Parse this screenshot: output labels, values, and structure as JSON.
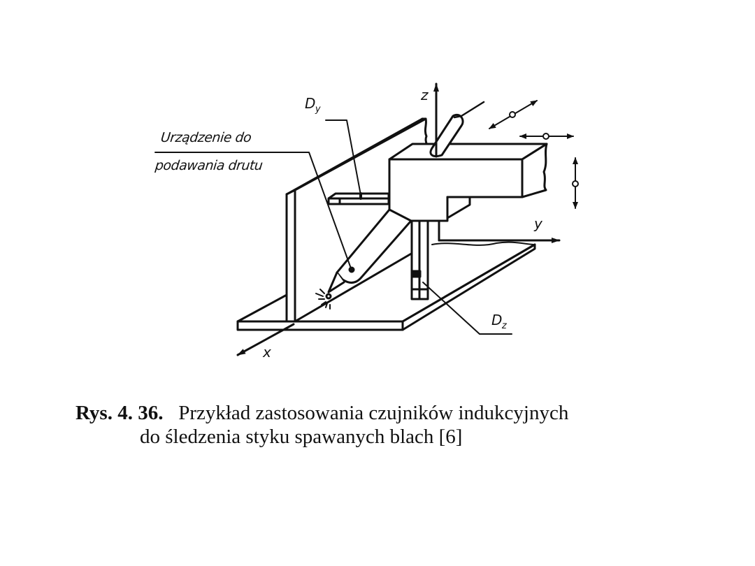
{
  "figure": {
    "labels": {
      "wire_feeder": [
        "Urządzenie do",
        "podawania drutu"
      ],
      "sensor_y": {
        "main": "D",
        "sub": "y"
      },
      "sensor_z": {
        "main": "D",
        "sub": "z"
      },
      "axis_x": "x",
      "axis_y": "y",
      "axis_z": "z"
    },
    "motion_indicators": [
      "diagonal-double-arrow",
      "horizontal-double-arrow",
      "vertical-double-arrow"
    ],
    "colors": {
      "stroke": "#111111",
      "background": "#ffffff"
    }
  },
  "caption": {
    "number": "Rys. 4. 36.",
    "line1": "Przykład zastosowania czujników indukcyjnych",
    "line2": "do śledzenia styku spawanych blach [6]"
  }
}
